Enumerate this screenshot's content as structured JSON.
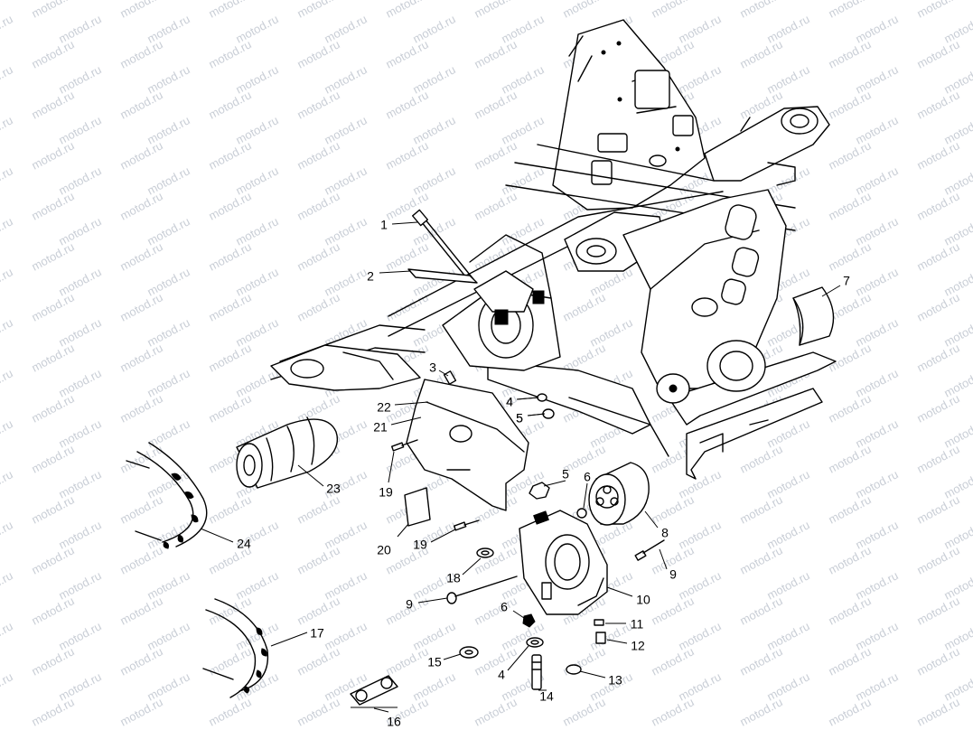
{
  "watermark": {
    "text": "motod.ru",
    "color": "#c9ced6"
  },
  "callouts": [
    {
      "num": "1"
    },
    {
      "num": "2"
    },
    {
      "num": "3"
    },
    {
      "num": "4"
    },
    {
      "num": "5"
    },
    {
      "num": "7"
    },
    {
      "num": "22"
    },
    {
      "num": "4"
    },
    {
      "num": "5"
    },
    {
      "num": "21"
    },
    {
      "num": "5"
    },
    {
      "num": "6"
    },
    {
      "num": "19"
    },
    {
      "num": "23"
    },
    {
      "num": "8"
    },
    {
      "num": "20"
    },
    {
      "num": "19"
    },
    {
      "num": "24"
    },
    {
      "num": "9"
    },
    {
      "num": "18"
    },
    {
      "num": "9"
    },
    {
      "num": "10"
    },
    {
      "num": "6"
    },
    {
      "num": "11"
    },
    {
      "num": "17"
    },
    {
      "num": "12"
    },
    {
      "num": "15"
    },
    {
      "num": "4"
    },
    {
      "num": "13"
    },
    {
      "num": "14"
    },
    {
      "num": "16"
    }
  ]
}
